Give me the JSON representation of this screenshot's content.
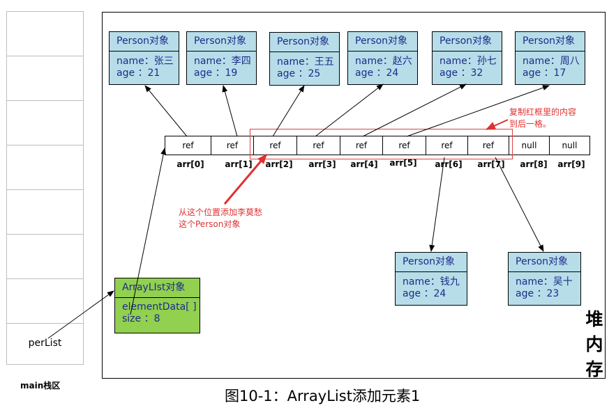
{
  "stack": {
    "variable": "perList",
    "caption": "main栈区"
  },
  "heap": {
    "label": "堆内存"
  },
  "persons_top": [
    {
      "header": "Person对象",
      "name": "name：张三",
      "age": "age  ：21"
    },
    {
      "header": "Person对象",
      "name": "name：李四",
      "age": "age  ：19"
    },
    {
      "header": "Person对象",
      "name": "name：王五",
      "age": "age  ：25"
    },
    {
      "header": "Person对象",
      "name": "name：赵六",
      "age": "age  ：24"
    },
    {
      "header": "Person对象",
      "name": "name：孙七",
      "age": "age  ：32"
    },
    {
      "header": "Person对象",
      "name": "name：周八",
      "age": "age  ：17"
    }
  ],
  "persons_bottom": [
    {
      "header": "Person对象",
      "name": "name：钱九",
      "age": "age  ：24"
    },
    {
      "header": "Person对象",
      "name": "name：吴十",
      "age": "age  ：23"
    }
  ],
  "arraylist": {
    "header": "ArrayLIst对象",
    "field1": "elementData[ ]",
    "field2": "size   ：8"
  },
  "array": {
    "cells": [
      "ref",
      "ref",
      "ref",
      "ref",
      "ref",
      "ref",
      "ref",
      "ref",
      "null",
      "null"
    ],
    "indices": [
      "arr[0]",
      "arr[1]",
      "arr[2]",
      "arr[3]",
      "arr[4]",
      "arr[5]",
      "arr[6]",
      "arr[7]",
      "arr[8]",
      "arr[9]"
    ]
  },
  "notes": {
    "copy_line1": "复制红框里的内容",
    "copy_line2": "到后一格。",
    "insert_line1": "从这个位置添加李莫愁",
    "insert_line2": "这个Person对象"
  },
  "figure_caption": "图10-1：ArrayList添加元素1",
  "colors": {
    "person_bg": "#b7dde8",
    "arraylist_bg": "#92d050",
    "accent_red": "#e03030",
    "object_text": "#1c2b8c"
  }
}
